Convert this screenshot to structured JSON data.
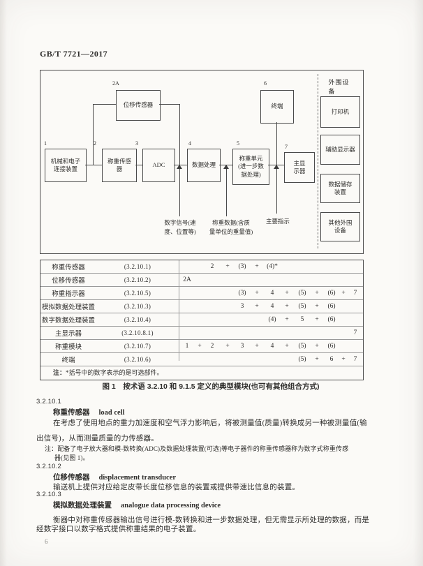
{
  "header": {
    "doc_number": "GB/T 7721—2017"
  },
  "figure": {
    "caption": "图 1　按术语 3.2.10 和 9.1.5 定义的典型模块(也可有其他组合方式)",
    "modules": [
      {
        "num": "1",
        "label": "机械和电子\n连接装置"
      },
      {
        "num": "2",
        "label": "称重传感\n器"
      },
      {
        "num": "2A",
        "label": "位移传感器"
      },
      {
        "num": "3",
        "label": "ADC"
      },
      {
        "num": "4",
        "label": "数据处理"
      },
      {
        "num": "5",
        "label": "称重单元\n(进一步数\n据处理)"
      },
      {
        "num": "6",
        "label": "终端"
      },
      {
        "num": "7",
        "label": "主显\n示器"
      }
    ],
    "signal_labels": [
      "数字信号(速\n度、位置等)",
      "称重数据(含质\n量单位的重量值)",
      "主要指示"
    ],
    "peripherals": {
      "title": "外围设备",
      "items": [
        "打印机",
        "辅助显示器",
        "数据储存\n装置",
        "其他外围\n设备"
      ]
    }
  },
  "table": {
    "rows": [
      {
        "name": "称重传感器",
        "clause": "(3.2.10.1)",
        "combo": [
          "",
          "",
          "2",
          "+",
          "(3)",
          "+",
          "(4)*",
          "",
          "",
          "",
          "",
          "",
          ""
        ]
      },
      {
        "name": "位移传感器",
        "clause": "(3.2.10.2)",
        "combo": [
          "2A",
          "",
          "",
          "",
          "",
          "",
          "",
          "",
          "",
          "",
          "",
          "",
          ""
        ]
      },
      {
        "name": "称重指示器",
        "clause": "(3.2.10.5)",
        "combo": [
          "",
          "",
          "",
          "",
          "(3)",
          "+",
          "4",
          "+",
          "(5)",
          "+",
          "(6)",
          "+",
          "7"
        ]
      },
      {
        "name": "模拟数据处理装置",
        "clause": "(3.2.10.3)",
        "combo": [
          "",
          "",
          "",
          "",
          "3",
          "+",
          "4",
          "+",
          "(5)",
          "+",
          "(6)",
          "",
          ""
        ]
      },
      {
        "name": "数字数据处理装置",
        "clause": "(3.2.10.4)",
        "combo": [
          "",
          "",
          "",
          "",
          "",
          "",
          "(4)",
          "+",
          "5",
          "+",
          "(6)",
          "",
          ""
        ]
      },
      {
        "name": "主显示器",
        "clause": "(3.2.10.8.1)",
        "combo": [
          "",
          "",
          "",
          "",
          "",
          "",
          "",
          "",
          "",
          "",
          "",
          "",
          "7"
        ]
      },
      {
        "name": "称重模块",
        "clause": "(3.2.10.7)",
        "combo": [
          "1",
          "+",
          "2",
          "+",
          "3",
          "+",
          "4",
          "+",
          "(5)",
          "+",
          "(6)",
          "",
          ""
        ]
      },
      {
        "name": "终端",
        "clause": "(3.2.10.6)",
        "combo": [
          "",
          "",
          "",
          "",
          "",
          "",
          "",
          "",
          "(5)",
          "+",
          "6",
          "+",
          "7"
        ]
      }
    ],
    "note_label": "注：",
    "note_text": "*括号中的数字表示的是可选部件。"
  },
  "sections": [
    {
      "clause": "3.2.10.1",
      "term_cn": "称重传感器",
      "term_en": "load cell",
      "body_lines": [
        "在考虑了使用地点的重力加速度和空气浮力影响后，将被测量值(质量)转换成另一种被测量值(输",
        "出信号)，从而测量质量的力传感器。"
      ],
      "note_lines": [
        "注：配备了电子放大器和模-数转换(ADC)及数据处理装置(可选)等电子器件的称重传感器称为数字式称重传感",
        "器(见图 1)。"
      ]
    },
    {
      "clause": "3.2.10.2",
      "term_cn": "位移传感器",
      "term_en": "displacement transducer",
      "body_lines": [
        "输送机上提供对应给定皮带长度位移信息的装置或提供带速比信息的装置。"
      ],
      "note_lines": []
    },
    {
      "clause": "3.2.10.3",
      "term_cn": "模拟数据处理装置",
      "term_en": "analogue data processing device",
      "body_lines": [
        "衡器中对称重传感器输出信号进行模-数转换和进一步数据处理，但无需显示所处理的数据，而是",
        "经数字接口以数字格式提供称重结果的电子装置。"
      ],
      "note_lines": []
    }
  ],
  "footer": {
    "page_number": "6"
  }
}
